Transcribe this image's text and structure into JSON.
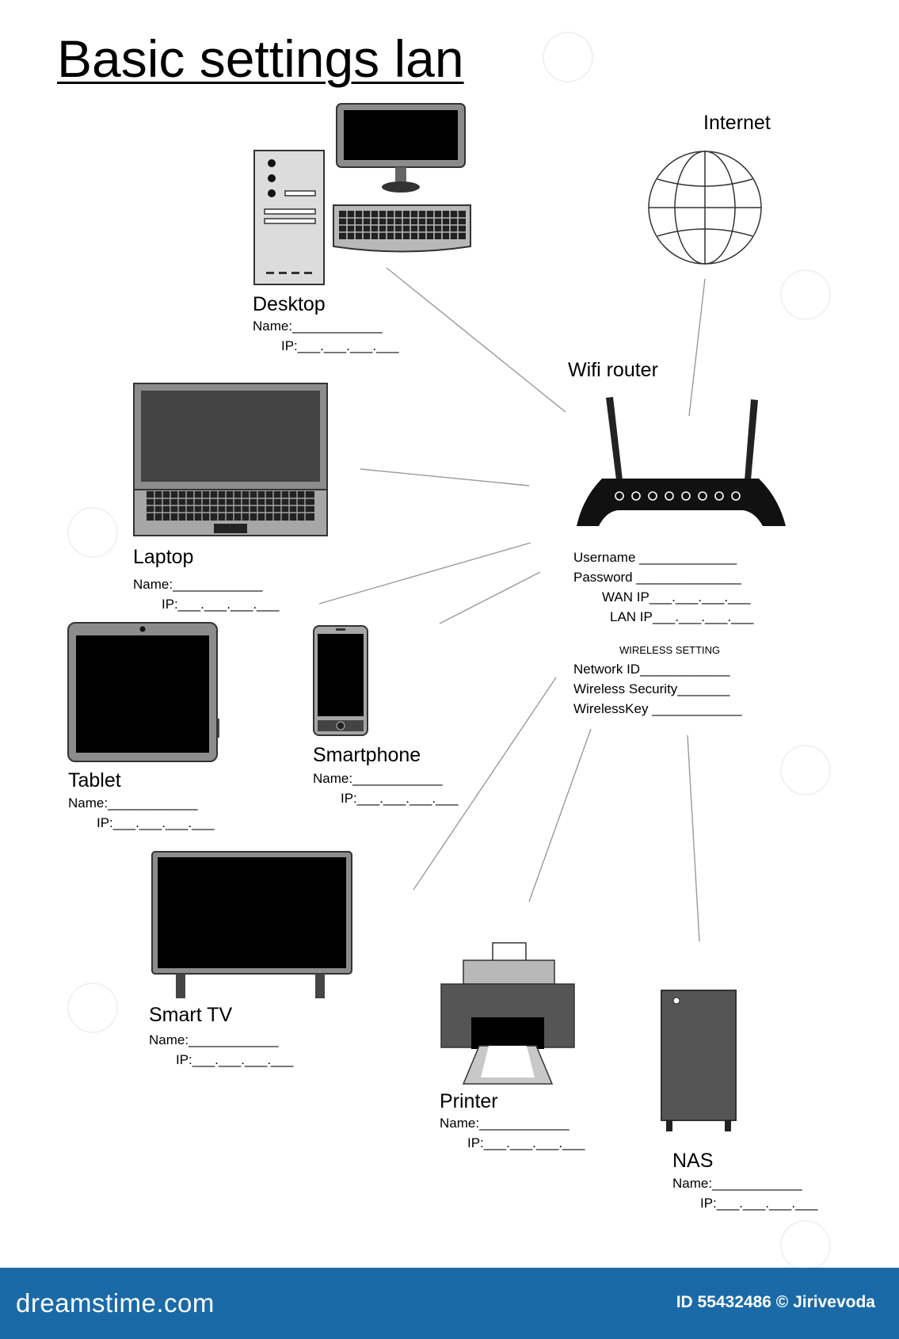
{
  "title": "Basic settings lan",
  "devices": {
    "desktop": {
      "label": "Desktop",
      "name": "Name:____________",
      "ip": "IP:___.___.___.___"
    },
    "laptop": {
      "label": "Laptop",
      "name": "Name:____________",
      "ip": "IP:___.___.___.___"
    },
    "tablet": {
      "label": "Tablet",
      "name": "Name:____________",
      "ip": "IP:___.___.___.___"
    },
    "smartphone": {
      "label": "Smartphone",
      "name": "Name:____________",
      "ip": "IP:___.___.___.___"
    },
    "smart_tv": {
      "label": "Smart TV",
      "name": "Name:____________",
      "ip": "IP:___.___.___.___"
    },
    "printer": {
      "label": "Printer",
      "name": "Name:____________",
      "ip": "IP:___.___.___.___"
    },
    "nas": {
      "label": "NAS",
      "name": "Name:____________",
      "ip": "IP:___.___.___.___"
    }
  },
  "internet": {
    "label": "Internet"
  },
  "router": {
    "label": "Wifi router",
    "fields": [
      "Username _____________",
      "Password ______________",
      "WAN  IP___.___.___.___",
      "LAN  IP___.___.___.___"
    ],
    "wireless_heading": "WIRELESS SETTING",
    "wireless_fields": [
      "Network ID____________",
      "Wireless Security_______",
      "WirelessKey ____________"
    ]
  },
  "footer": {
    "brand": "dreamstime.com",
    "credit": "ID 55432486 © Jirivevoda"
  },
  "colors": {
    "footer_bg": "#1a6aa8",
    "device_gray": "#a6a6a6",
    "screen_black": "#000000",
    "dark_gray": "#4d4d4d"
  }
}
